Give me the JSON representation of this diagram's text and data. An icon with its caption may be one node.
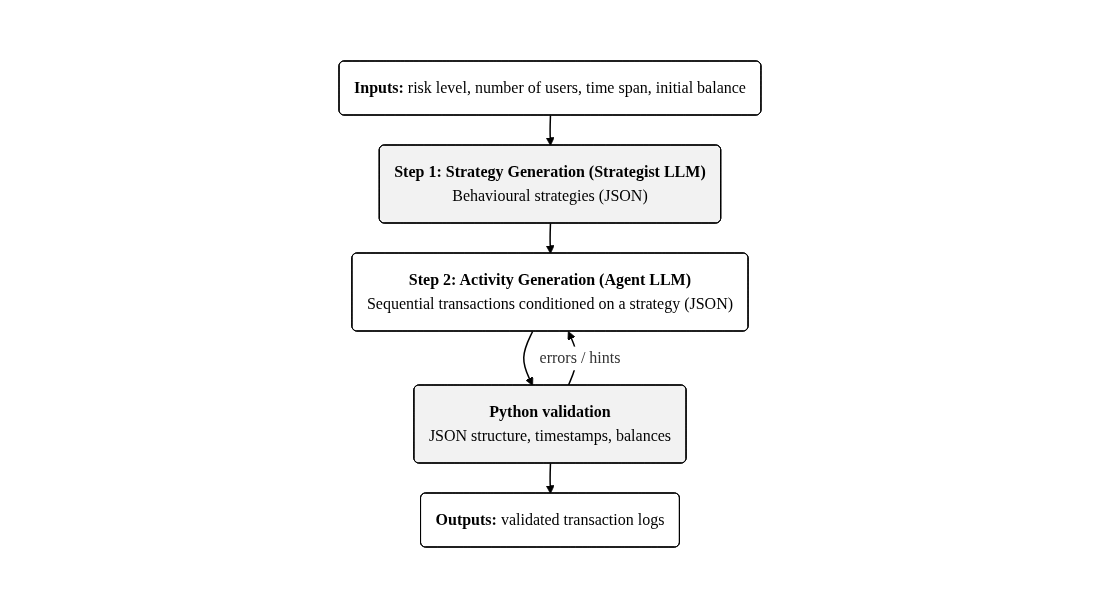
{
  "diagram": {
    "nodes": [
      {
        "text": [
          "**Inputs:** risk level, number of users, time span, initial balance"
        ]
      },
      {
        "text": [
          "Step 1: Strategy Generation (Strategist LLM)",
          "Behavioural strategies (JSON)"
        ]
      },
      {
        "text": [
          "Step 2: Activity Generation (Agent LLM)",
          "Sequential transactions conditioned on a strategy (JSON)"
        ]
      },
      {
        "text": [
          "Python validation",
          "JSON structure, timestamps, balances"
        ]
      },
      {
        "text": [
          "**Outputs:** validated transaction logs"
        ]
      }
    ],
    "edges": [
      {
        "from": 0,
        "to": 1,
        "arrow": "to"
      },
      {
        "from": 1,
        "to": 2,
        "arrow": "to"
      },
      {
        "from": 2,
        "to": 3,
        "arrow": "to"
      },
      {
        "from": 3,
        "to": 4,
        "arrow": "to"
      },
      {
        "from": 3,
        "to": 2,
        "arrow": "to",
        "label": "errors / hints"
      }
    ]
  }
}
